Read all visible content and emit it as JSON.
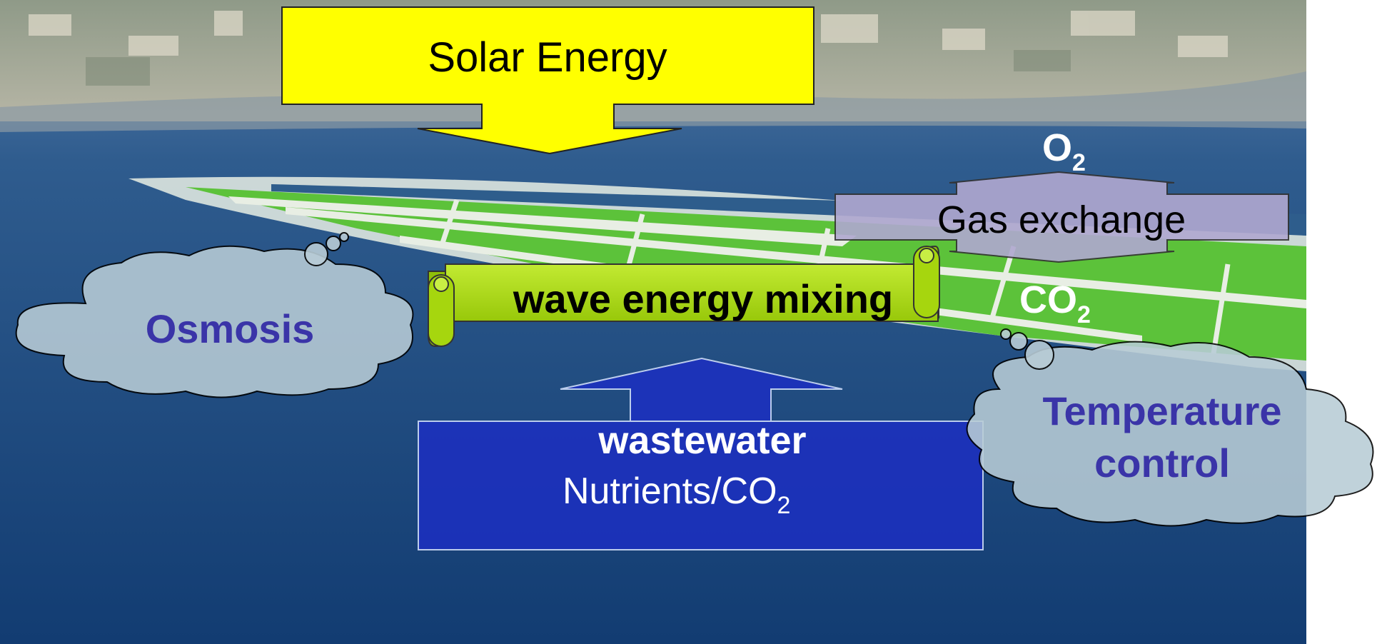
{
  "solar_energy": {
    "label": "Solar Energy",
    "fill": "#ffff00"
  },
  "gas_exchange": {
    "label": "Gas exchange",
    "top_gas": {
      "base": "O",
      "sub": "2"
    },
    "bottom_gas": {
      "base": "CO",
      "sub": "2"
    },
    "fill": "#b0a8d0"
  },
  "wave_mixing": {
    "label": "wave energy mixing",
    "fill": "#a6d60e"
  },
  "wastewater": {
    "title": "wastewater",
    "subtitle_base": "Nutrients/CO",
    "subtitle_sub": "2",
    "fill": "#1c2fc2"
  },
  "osmosis": {
    "label": "Osmosis"
  },
  "temperature_control": {
    "line1": "Temperature",
    "line2": "control"
  },
  "colors": {
    "cloud_text": "#3a34a8",
    "cloud_fill": "#b8ccd6",
    "sea": "#1e4e86",
    "pond_green": "#5cc23a"
  }
}
